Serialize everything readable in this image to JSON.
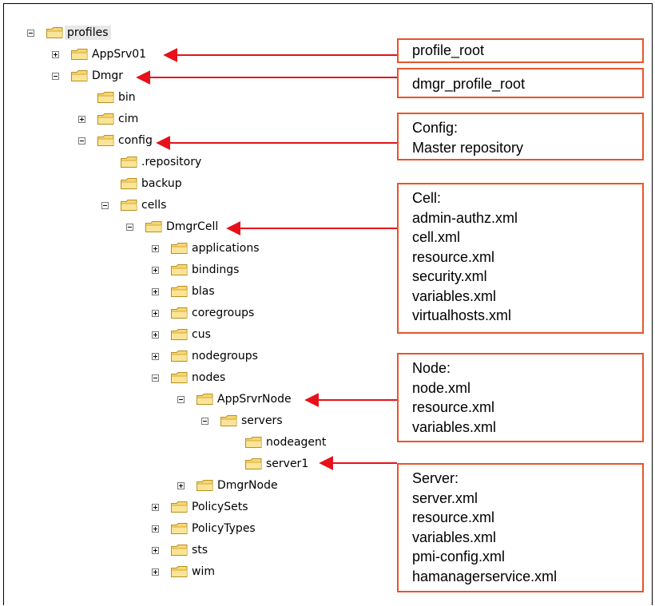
{
  "tree": [
    {
      "label": "profiles",
      "toggle": "minus",
      "selected": true
    },
    {
      "label": "AppSrv01",
      "toggle": "plus"
    },
    {
      "label": "Dmgr",
      "toggle": "minus"
    },
    {
      "label": "bin",
      "toggle": "none"
    },
    {
      "label": "cim",
      "toggle": "plus"
    },
    {
      "label": "config",
      "toggle": "minus"
    },
    {
      "label": ".repository",
      "toggle": "none"
    },
    {
      "label": "backup",
      "toggle": "none"
    },
    {
      "label": "cells",
      "toggle": "minus"
    },
    {
      "label": "DmgrCell",
      "toggle": "minus"
    },
    {
      "label": "applications",
      "toggle": "plus"
    },
    {
      "label": "bindings",
      "toggle": "plus"
    },
    {
      "label": "blas",
      "toggle": "plus"
    },
    {
      "label": "coregroups",
      "toggle": "plus"
    },
    {
      "label": "cus",
      "toggle": "plus"
    },
    {
      "label": "nodegroups",
      "toggle": "plus"
    },
    {
      "label": "nodes",
      "toggle": "minus"
    },
    {
      "label": "AppSrvrNode",
      "toggle": "minus"
    },
    {
      "label": "servers",
      "toggle": "minus"
    },
    {
      "label": "nodeagent",
      "toggle": "none"
    },
    {
      "label": "server1",
      "toggle": "none"
    },
    {
      "label": "DmgrNode",
      "toggle": "plus"
    },
    {
      "label": "PolicySets",
      "toggle": "plus"
    },
    {
      "label": "PolicyTypes",
      "toggle": "plus"
    },
    {
      "label": "sts",
      "toggle": "plus"
    },
    {
      "label": "wim",
      "toggle": "plus"
    }
  ],
  "callouts": [
    {
      "lines": [
        "profile_root"
      ]
    },
    {
      "lines": [
        "dmgr_profile_root"
      ]
    },
    {
      "lines": [
        "Config:",
        "Master repository"
      ]
    },
    {
      "lines": [
        "Cell:",
        "admin-authz.xml",
        "cell.xml",
        "resource.xml",
        "security.xml",
        "variables.xml",
        "virtualhosts.xml"
      ]
    },
    {
      "lines": [
        "Node:",
        "node.xml",
        "resource.xml",
        "variables.xml"
      ]
    },
    {
      "lines": [
        "Server:",
        "server.xml",
        "resource.xml",
        "variables.xml",
        "pmi-config.xml",
        "hamanagerservice.xml"
      ]
    }
  ],
  "colors": {
    "arrow": "#e8101a",
    "callout_border": "#e8542a",
    "folder_fill": "#f7d774",
    "folder_stroke": "#b8901e"
  }
}
